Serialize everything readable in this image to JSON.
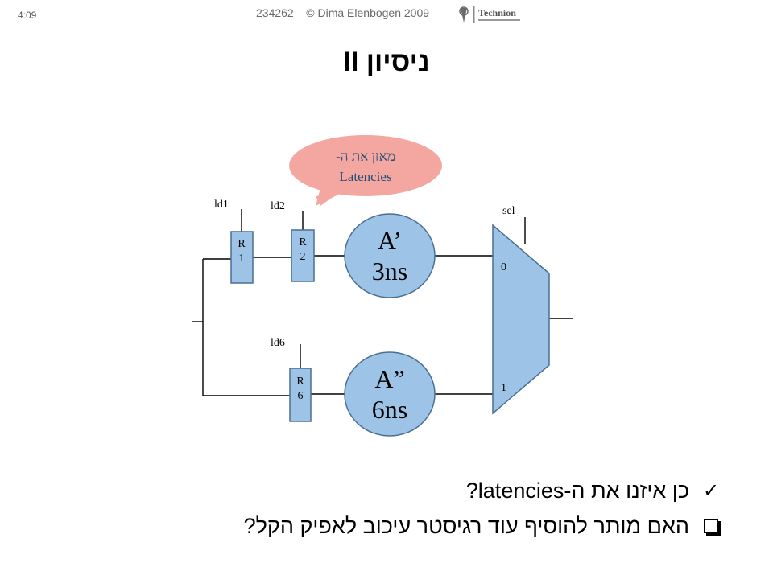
{
  "header": {
    "time": "4:09",
    "credit": "234262 – © Dima Elenbogen 2009",
    "logo_text": "Technion"
  },
  "title": "ניסיון II",
  "callout": {
    "line1": "מאזן את ה-",
    "line2": "Latencies"
  },
  "diagram": {
    "labels": {
      "ld1": "ld1",
      "ld2": "ld2",
      "ld6": "ld6",
      "sel": "sel",
      "mux_in0": "0",
      "mux_in1": "1"
    },
    "registers": [
      {
        "top": "R",
        "bottom": "1"
      },
      {
        "top": "R",
        "bottom": "2"
      },
      {
        "top": "R",
        "bottom": "6"
      }
    ],
    "units": [
      {
        "name": "A’",
        "delay": "3ns"
      },
      {
        "name": "A”",
        "delay": "6ns"
      }
    ]
  },
  "bullets": [
    {
      "icon": "check-icon",
      "text": "כן איזנו את ה-latencies?"
    },
    {
      "icon": "square-bullet-icon",
      "text": "האם מותר להוסיף עוד רגיסטר עיכוב לאפיק הקל?"
    }
  ],
  "colors": {
    "block_fill": "#9dc3e6",
    "block_stroke": "#4a6f92",
    "callout_fill": "#f4a7a0",
    "callout_text": "#1f4e79"
  }
}
